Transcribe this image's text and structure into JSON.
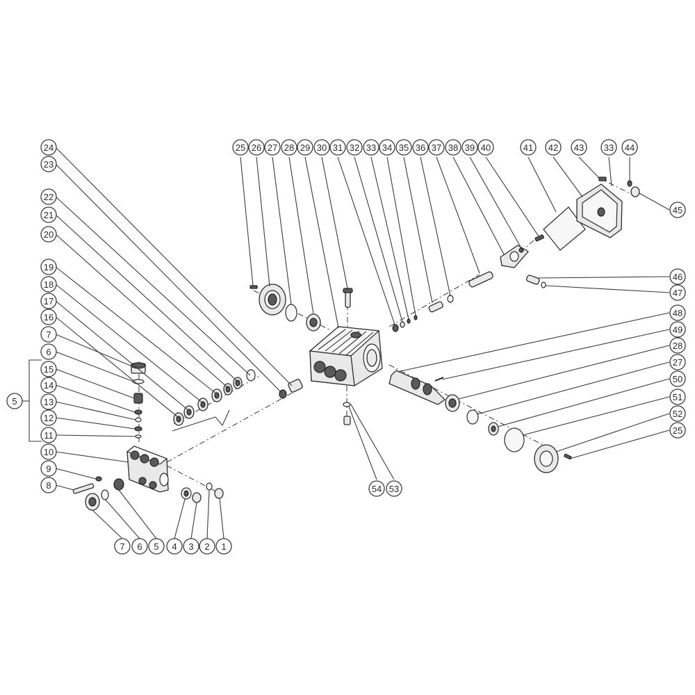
{
  "labels": [
    "1",
    "2",
    "3",
    "4",
    "5",
    "6",
    "7",
    "8",
    "9",
    "10",
    "11",
    "12",
    "13",
    "14",
    "15",
    "16",
    "17",
    "18",
    "19",
    "20",
    "21",
    "22",
    "23",
    "24",
    "25",
    "26",
    "27",
    "28",
    "29",
    "30",
    "31",
    "32",
    "33",
    "34",
    "35",
    "36",
    "37",
    "38",
    "39",
    "40",
    "41",
    "42",
    "43",
    "44",
    "45",
    "46",
    "47",
    "48",
    "49",
    "50",
    "51",
    "52",
    "53",
    "54"
  ]
}
